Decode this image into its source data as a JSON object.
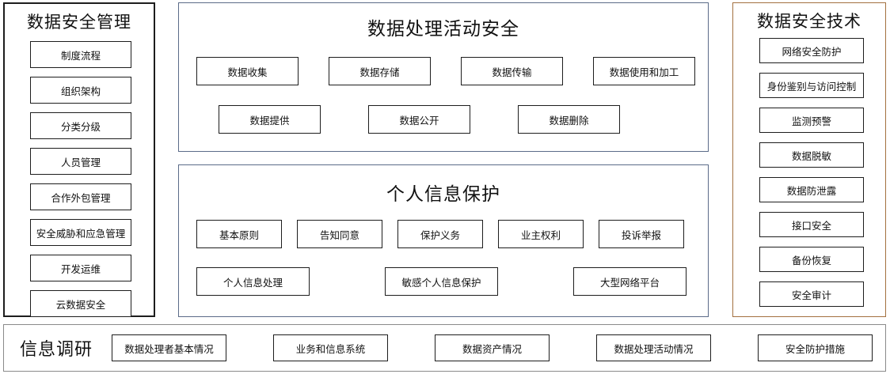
{
  "colors": {
    "left_border": "#1d1d1d",
    "center_border": "#5b6b88",
    "right_border": "#a3703f",
    "bottom_border": "#8a8a8a",
    "box_border": "#1d1d1d",
    "background": "#ffffff"
  },
  "left_panel": {
    "title": "数据安全管理",
    "items": [
      {
        "label": "制度流程"
      },
      {
        "label": "组织架构"
      },
      {
        "label": "分类分级"
      },
      {
        "label": "人员管理"
      },
      {
        "label": "合作外包管理"
      },
      {
        "label": "安全威胁和应急管理"
      },
      {
        "label": "开发运维"
      },
      {
        "label": "云数据安全"
      }
    ]
  },
  "center_top_panel": {
    "title": "数据处理活动安全",
    "row1": [
      {
        "label": "数据收集"
      },
      {
        "label": "数据存储"
      },
      {
        "label": "数据传输"
      },
      {
        "label": "数据使用和加工"
      }
    ],
    "row2": [
      {
        "label": "数据提供"
      },
      {
        "label": "数据公开"
      },
      {
        "label": "数据删除"
      }
    ]
  },
  "center_bottom_panel": {
    "title": "个人信息保护",
    "row1": [
      {
        "label": "基本原则"
      },
      {
        "label": "告知同意"
      },
      {
        "label": "保护义务"
      },
      {
        "label": "业主权利"
      },
      {
        "label": "投诉举报"
      }
    ],
    "row2": [
      {
        "label": "个人信息处理"
      },
      {
        "label": "敏感个人信息保护"
      },
      {
        "label": "大型网络平台"
      }
    ]
  },
  "right_panel": {
    "title": "数据安全技术",
    "items": [
      {
        "label": "网络安全防护"
      },
      {
        "label": "身份鉴别与访问控制"
      },
      {
        "label": "监测预警"
      },
      {
        "label": "数据脱敏"
      },
      {
        "label": "数据防泄露"
      },
      {
        "label": "接口安全"
      },
      {
        "label": "备份恢复"
      },
      {
        "label": "安全审计"
      }
    ]
  },
  "bottom_bar": {
    "title": "信息调研",
    "items": [
      {
        "label": "数据处理者基本情况"
      },
      {
        "label": "业务和信息系统"
      },
      {
        "label": "数据资产情况"
      },
      {
        "label": "数据处理活动情况"
      },
      {
        "label": "安全防护措施"
      }
    ]
  }
}
